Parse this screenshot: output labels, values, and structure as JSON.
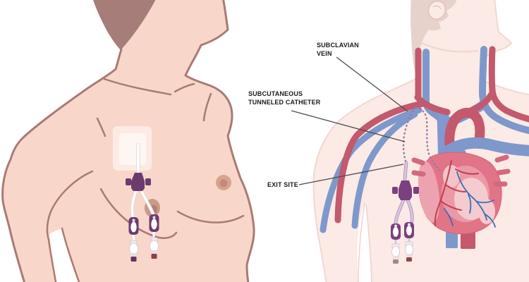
{
  "illustration": {
    "subject": "Tunneled central venous catheter placement, two-panel medical illustration",
    "labels": {
      "subclavian_vein": {
        "line1": "SUBCLAVIAN",
        "line2": "VEIN"
      },
      "tunneled_catheter": {
        "line1": "SUBCUTANEOUS",
        "line2": "TUNNELED CATHETER"
      },
      "exit_site": {
        "line1": "EXIT SITE"
      }
    },
    "colors": {
      "background": "#FFFFFF",
      "skin_left_figure": "#F8D7CA",
      "outline_left_figure": "#A87B74",
      "hair_left_figure": "#A77D7A",
      "skin_right_figure": "#FBEAE5",
      "hair_right_figure": "#E7D1CB",
      "vein_blue": "#7E98CB",
      "artery_red": "#C4586C",
      "heart_pink": "#E17487",
      "coronary_artery_red": "#C23E52",
      "coronary_vein_blue": "#3E6DB5",
      "catheter_hub_purple": "#6C3B6E",
      "catheter_dash_purple": "#9478A4",
      "cap_maroon": "#8E3F4D",
      "label_text": "#1B1B1B",
      "leader_line": "#4D4D4D"
    }
  }
}
